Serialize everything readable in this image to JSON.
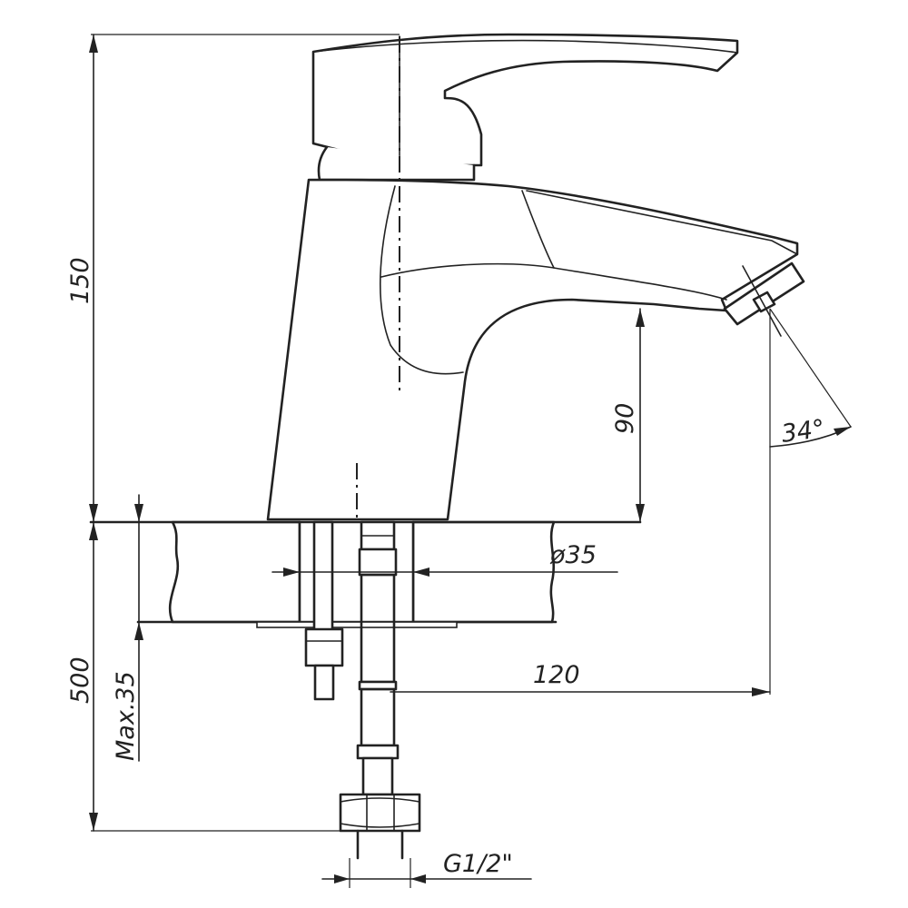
{
  "dimensions": {
    "height_total": "150",
    "spout_clearance": "90",
    "reach": "120",
    "hole_diameter": "ø35",
    "deck_thickness_max": "Max.35",
    "hose_length": "500",
    "spout_angle": "34°",
    "connection_thread": "G1/2\""
  }
}
